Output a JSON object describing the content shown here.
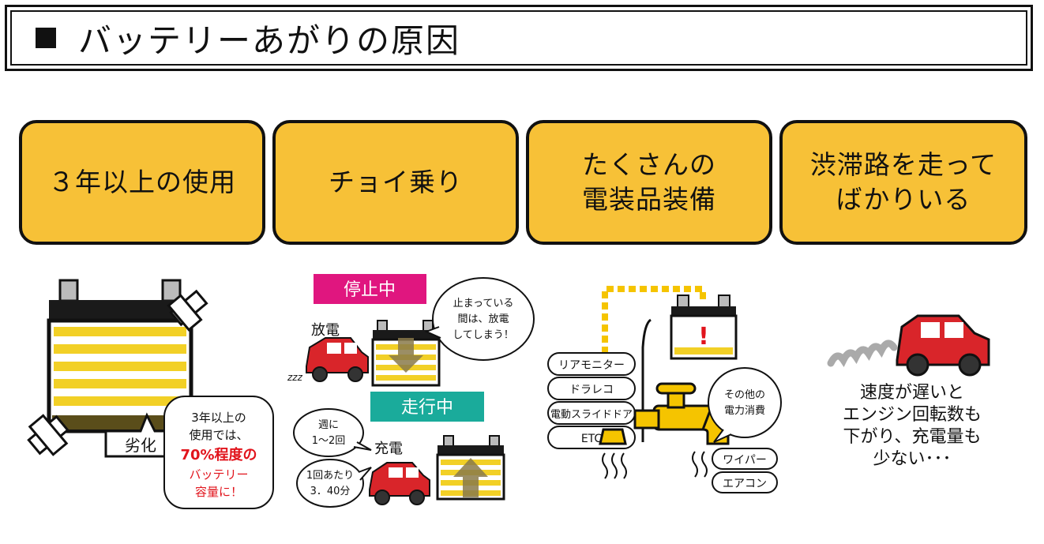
{
  "title": "■ バッテリーあがりの原因",
  "causes": [
    "３年以上の使用",
    "チョイ乗り",
    "たくさんの\n電装品装備",
    "渋滞路を走って\nばかりいる"
  ],
  "panel1": {
    "deterioration_label": "劣化",
    "bubble_line1": "3年以上の",
    "bubble_line2": "使用では、",
    "bubble_highlight": "70%程度の",
    "bubble_line4": "バッテリー",
    "bubble_line5": "容量に！"
  },
  "panel2": {
    "stop_banner": "停止中",
    "discharge_label": "放電",
    "zzz": "zzz",
    "stop_bubble_line1": "止まっている",
    "stop_bubble_line2": "間は、放電",
    "stop_bubble_line3": "してしまう！",
    "run_banner": "走行中",
    "weekly_bubble_line1": "週に",
    "weekly_bubble_line2": "1～2回",
    "charge_label": "充電",
    "trip_bubble_line1": "1回あたり",
    "trip_bubble_line2": "3．40分"
  },
  "panel3": {
    "equipment": [
      "リアモニター",
      "ドラレコ",
      "電動スライドドア",
      "ETC"
    ],
    "warning_mark": "!",
    "other_bubble_line1": "その他の",
    "other_bubble_line2": "電力消費",
    "devices": [
      "ワイパー",
      "エアコン"
    ]
  },
  "panel4": {
    "caption_lines": [
      "速度が遅いと",
      "エンジン回転数も",
      "下がり、充電量も",
      "少ない･･･"
    ]
  },
  "colors": {
    "card_yellow": "#f7c137",
    "battery_yellow": "#f2d026",
    "pink": "#e0167f",
    "teal": "#1aab9b",
    "car_red": "#d9252a",
    "highlight_red": "#e1141c",
    "faucet_yellow": "#f5c400"
  },
  "icons": [
    "battery-icon",
    "car-icon",
    "faucet-icon",
    "arrow-down-icon",
    "arrow-up-icon",
    "warning-icon",
    "speech-bubble-icon"
  ]
}
